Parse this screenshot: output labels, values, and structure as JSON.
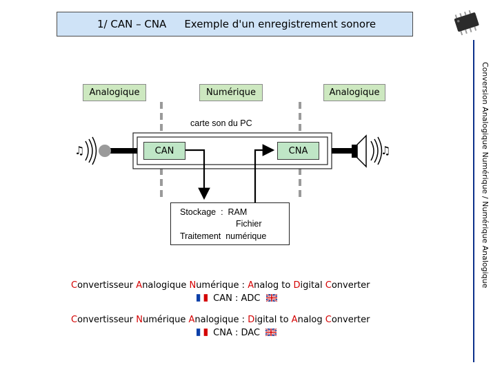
{
  "title": {
    "number": "1/  CAN – CNA",
    "text": "Exemple d'un enregistrement sonore"
  },
  "side_text": "Conversion Analogique Numérique / Numérique Analogique",
  "zones": {
    "left": "Analogique",
    "middle": "Numérique",
    "right": "Analogique"
  },
  "carte_label": "carte  son  du  PC",
  "blocks": {
    "can": "CAN",
    "cna": "CNA"
  },
  "storage": {
    "line1": "Stockage  :  RAM",
    "line2": "Fichier",
    "line3": "Traitement  numérique"
  },
  "definitions": [
    {
      "fr": [
        {
          "c": "C",
          "t": "onvertisseur "
        },
        {
          "c": "A",
          "t": "nalogique "
        },
        {
          "c": "N",
          "t": "umérique"
        }
      ],
      "sep": " : ",
      "en": [
        {
          "c": "A",
          "t": "nalog to "
        },
        {
          "c": "D",
          "t": "igital "
        },
        {
          "c": "C",
          "t": "onverter"
        }
      ],
      "abbr": "CAN : ADC"
    },
    {
      "fr": [
        {
          "c": "C",
          "t": "onvertisseur "
        },
        {
          "c": "N",
          "t": "umérique "
        },
        {
          "c": "A",
          "t": "nalogique"
        }
      ],
      "sep": " : ",
      "en": [
        {
          "c": "D",
          "t": "igital to "
        },
        {
          "c": "A",
          "t": "nalog "
        },
        {
          "c": "C",
          "t": "onverter"
        }
      ],
      "abbr": "CNA : DAC"
    }
  ],
  "colors": {
    "accent_red": "#d40000",
    "title_bg": "#cfe3f7",
    "block_green": "#bfe6c6",
    "zone_green": "#cde8c0",
    "side_line": "#0b2f8a"
  },
  "icons": [
    "chip-icon",
    "microphone-icon",
    "speaker-icon",
    "music-note-icon",
    "flag-fr-icon",
    "flag-uk-icon"
  ]
}
